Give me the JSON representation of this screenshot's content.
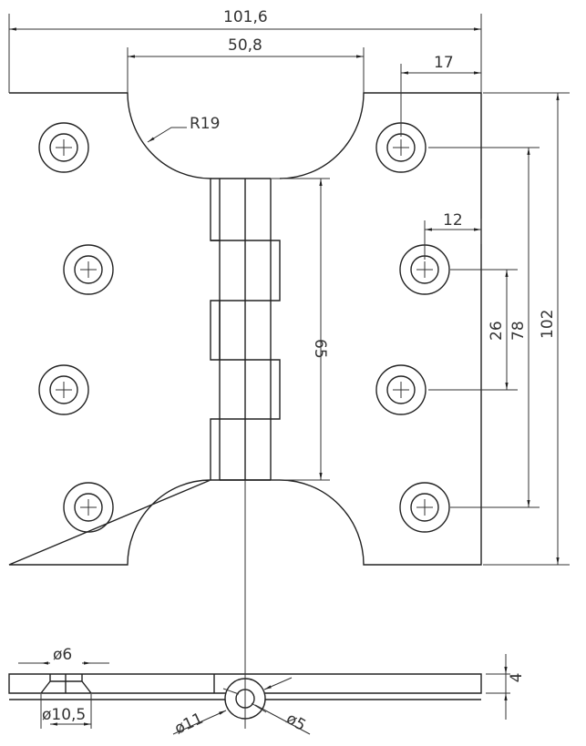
{
  "dimensions": {
    "overall_width": "101,6",
    "cutout_width": "50,8",
    "radius": "R19",
    "hole_offset_outer": "17",
    "hole_offset_inner": "12",
    "knuckle_length": "65",
    "inner_hole_spacing": "26",
    "outer_hole_spacing": "78",
    "overall_height": "102",
    "countersink_small": "ø6",
    "countersink_large": "ø10,5",
    "knuckle_outer_dia": "ø11",
    "pin_dia": "ø5",
    "thickness": "4"
  },
  "colors": {
    "line": "#222222",
    "background": "#ffffff"
  }
}
